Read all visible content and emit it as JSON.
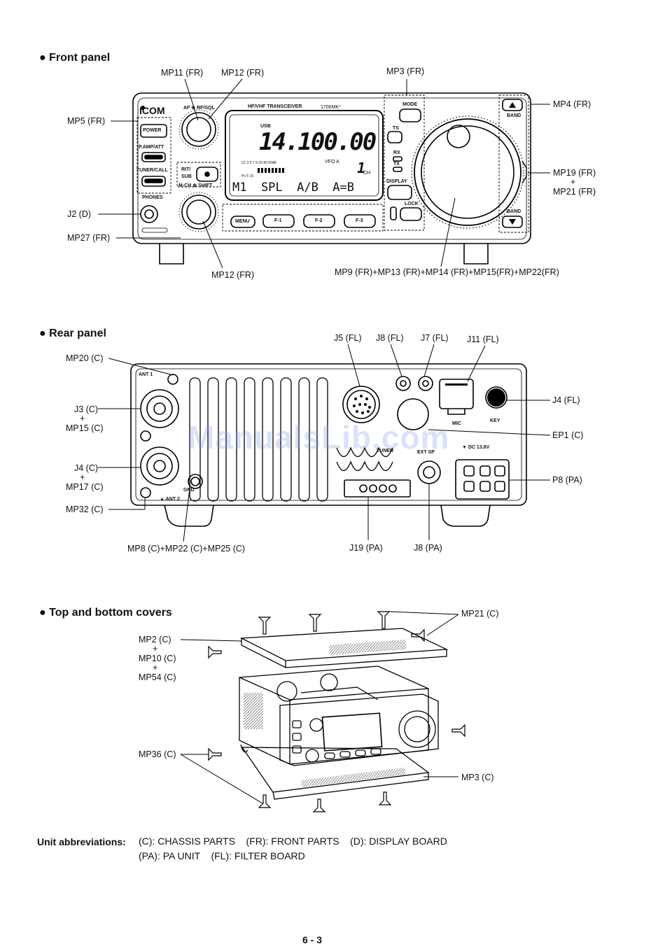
{
  "sections": {
    "front": "Front panel",
    "rear": "Rear panel",
    "covers": "Top and bottom covers"
  },
  "front_labels": {
    "mp11": "MP11 (FR)",
    "mp12_top": "MP12 (FR)",
    "mp3": "MP3 (FR)",
    "mp4": "MP4 (FR)",
    "mp5": "MP5 (FR)",
    "mp19": "MP19 (FR)",
    "plus": "+",
    "mp21": "MP21 (FR)",
    "j2": "J2 (D)",
    "mp27": "MP27 (FR)",
    "mp12_bottom": "MP12 (FR)",
    "mp9_group": "MP9 (FR)+MP13 (FR)+MP14 (FR)+MP15(FR)+MP22(FR)"
  },
  "front_panel": {
    "brand": "ICOM",
    "model": "HF/VHF TRANSCEIVER",
    "model_code": "1706MK*",
    "knob_top_label": "AF ⊕ RF/SQL",
    "knob_bottom_label": "M-CH ⊕ SHIFT",
    "rit_label": "RIT/ SUB",
    "buttons": {
      "power": "POWER",
      "pamp": "P.AMP/ATT",
      "tuner": "TUNER/CALL",
      "phones": "PHONES",
      "menu": "MENU",
      "f1": "F-1",
      "f2": "F-2",
      "f3": "F-3",
      "mode": "MODE",
      "ts": "TS",
      "rx": "RX",
      "tx": "TX",
      "display": "DISPLAY",
      "lock": "LOCK",
      "band_up": "BAND",
      "band_down": "BAND"
    },
    "lcd": {
      "mode": "USB",
      "frequency": "14.100.00",
      "vfo": "VFO A",
      "channel": "1",
      "ch": "CH",
      "meter_scale": "S1  3  5  7  9  20  40  60dB",
      "meter_scale2": "Po  5  10",
      "menu_row": "M1  SPL  A/B  A=B"
    }
  },
  "rear_labels": {
    "mp20": "MP20 (C)",
    "j5": "J5 (FL)",
    "j8_top": "J8 (FL)",
    "j7": "J7 (FL)",
    "j11": "J11 (FL)",
    "j4_fl": "J4 (FL)",
    "ep1": "EP1 (C)",
    "p8": "P8 (PA)",
    "j3": "J3 (C)",
    "plus": "+",
    "mp15": "MP15 (C)",
    "j4_c": "J4 (C)",
    "mp17": "MP17 (C)",
    "mp32": "MP32 (C)",
    "mp8_group": "MP8 (C)+MP22 (C)+MP25 (C)",
    "j19": "J19 (PA)",
    "j8_bottom": "J8 (PA)"
  },
  "rear_panel": {
    "ant1": "ANT 1",
    "ant2": "▲ ANT 2",
    "gnd": "GND",
    "mic": "MIC",
    "key": "KEY",
    "ext_sp": "EXT SP",
    "tuner": "TUNER",
    "dc": "▼ DC 13.8V"
  },
  "cover_labels": {
    "mp21": "MP21 (C)",
    "mp2": "MP2 (C)",
    "plus": "+",
    "mp10": "MP10 (C)",
    "mp54": "MP54 (C)",
    "mp36": "MP36 (C)",
    "mp3": "MP3 (C)"
  },
  "abbreviations": {
    "title": "Unit abbreviations:",
    "line1": "(C): CHASSIS PARTS    (FR): FRONT PARTS    (D): DISPLAY BOARD",
    "line2": "(PA): PA UNIT    (FL): FILTER BOARD"
  },
  "watermark": "ManualsLib.com",
  "page_number": "6 - 3"
}
